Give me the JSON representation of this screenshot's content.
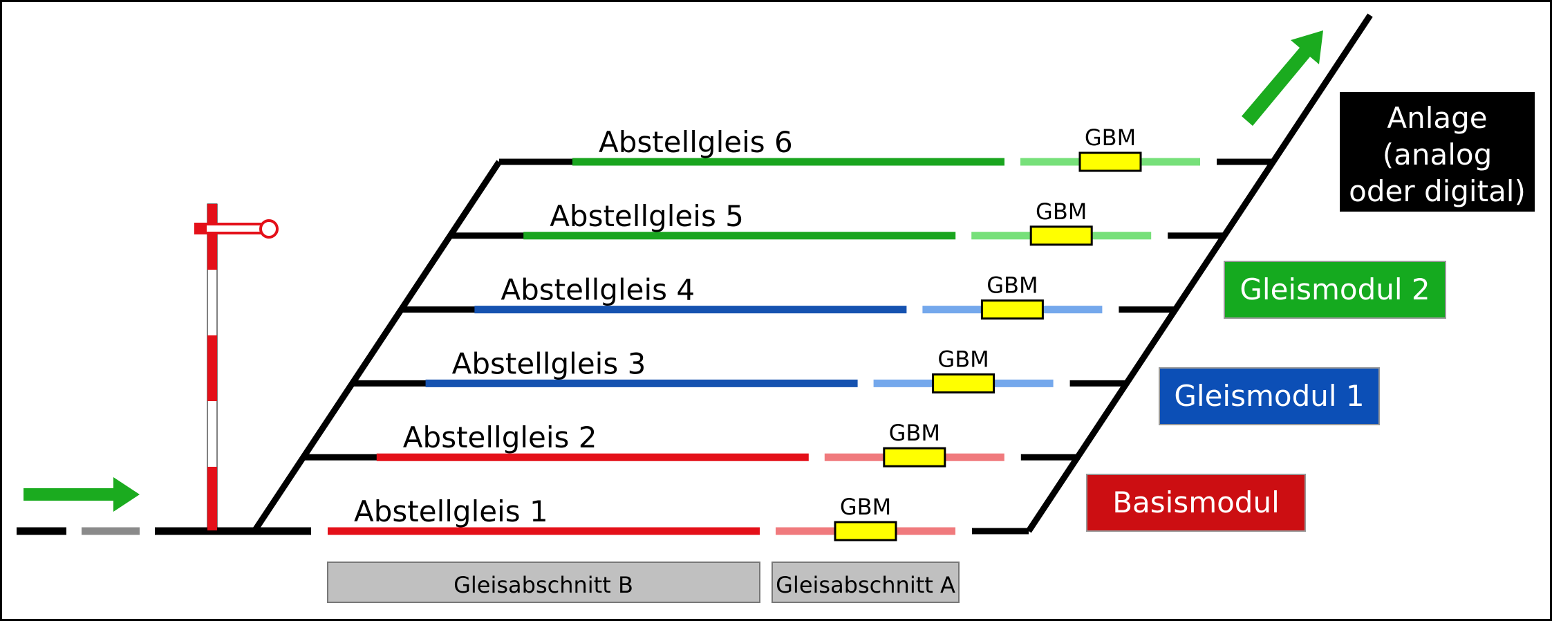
{
  "diagram": {
    "tracks": [
      {
        "label": "Abstellgleis 1",
        "gbm": "GBM",
        "main_color": "#e41019",
        "light_color": "#f07a7d"
      },
      {
        "label": "Abstellgleis 2",
        "gbm": "GBM",
        "main_color": "#e41019",
        "light_color": "#f07a7d"
      },
      {
        "label": "Abstellgleis 3",
        "gbm": "GBM",
        "main_color": "#1552b0",
        "light_color": "#74a8ec"
      },
      {
        "label": "Abstellgleis 4",
        "gbm": "GBM",
        "main_color": "#1552b0",
        "light_color": "#74a8ec"
      },
      {
        "label": "Abstellgleis 5",
        "gbm": "GBM",
        "main_color": "#1aa51f",
        "light_color": "#77e07a"
      },
      {
        "label": "Abstellgleis 6",
        "gbm": "GBM",
        "main_color": "#1aa51f",
        "light_color": "#77e07a"
      }
    ],
    "sections": [
      {
        "label": "Gleisabschnitt B"
      },
      {
        "label": "Gleisabschnitt A"
      }
    ],
    "legend": [
      {
        "label": "Basismodul",
        "color": "#cc0e12"
      },
      {
        "label": "Gleismodul 1",
        "color": "#0c4fb6"
      },
      {
        "label": "Gleismodul 2",
        "color": "#15aa1f"
      }
    ],
    "anlage": {
      "lines": [
        "Anlage",
        "(analog",
        "oder digital)"
      ],
      "color": "#000000"
    },
    "colors": {
      "track": "#000000",
      "feed_gray": "#8a8a8a",
      "arrow": "#1bab1f",
      "gbm_box": "#ffff00",
      "signal_red": "#e41019",
      "section_box": "#c0c0c0"
    },
    "icons": [
      "arrow-right-icon",
      "arrow-up-right-icon",
      "semaphore-signal-icon"
    ]
  }
}
